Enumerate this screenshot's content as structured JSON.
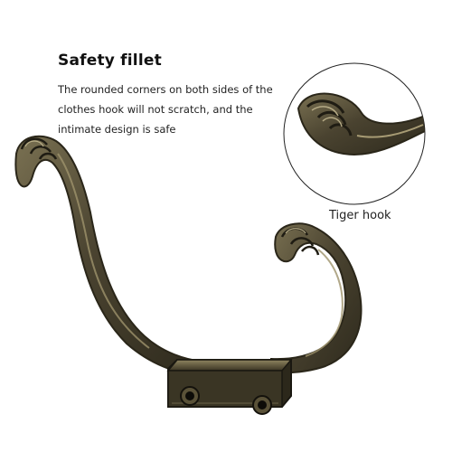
{
  "feature": {
    "title": "Safety fillet",
    "description_lines": [
      "The rounded corners on both sides of the",
      "clothes hook will not scratch, and the",
      "intimate design is safe"
    ]
  },
  "callout": {
    "label": "Tiger hook"
  },
  "product": {
    "name_icon": "double-prong-coat-hook",
    "finish_color": "#4a4330",
    "highlight_color": "#8f8460"
  }
}
